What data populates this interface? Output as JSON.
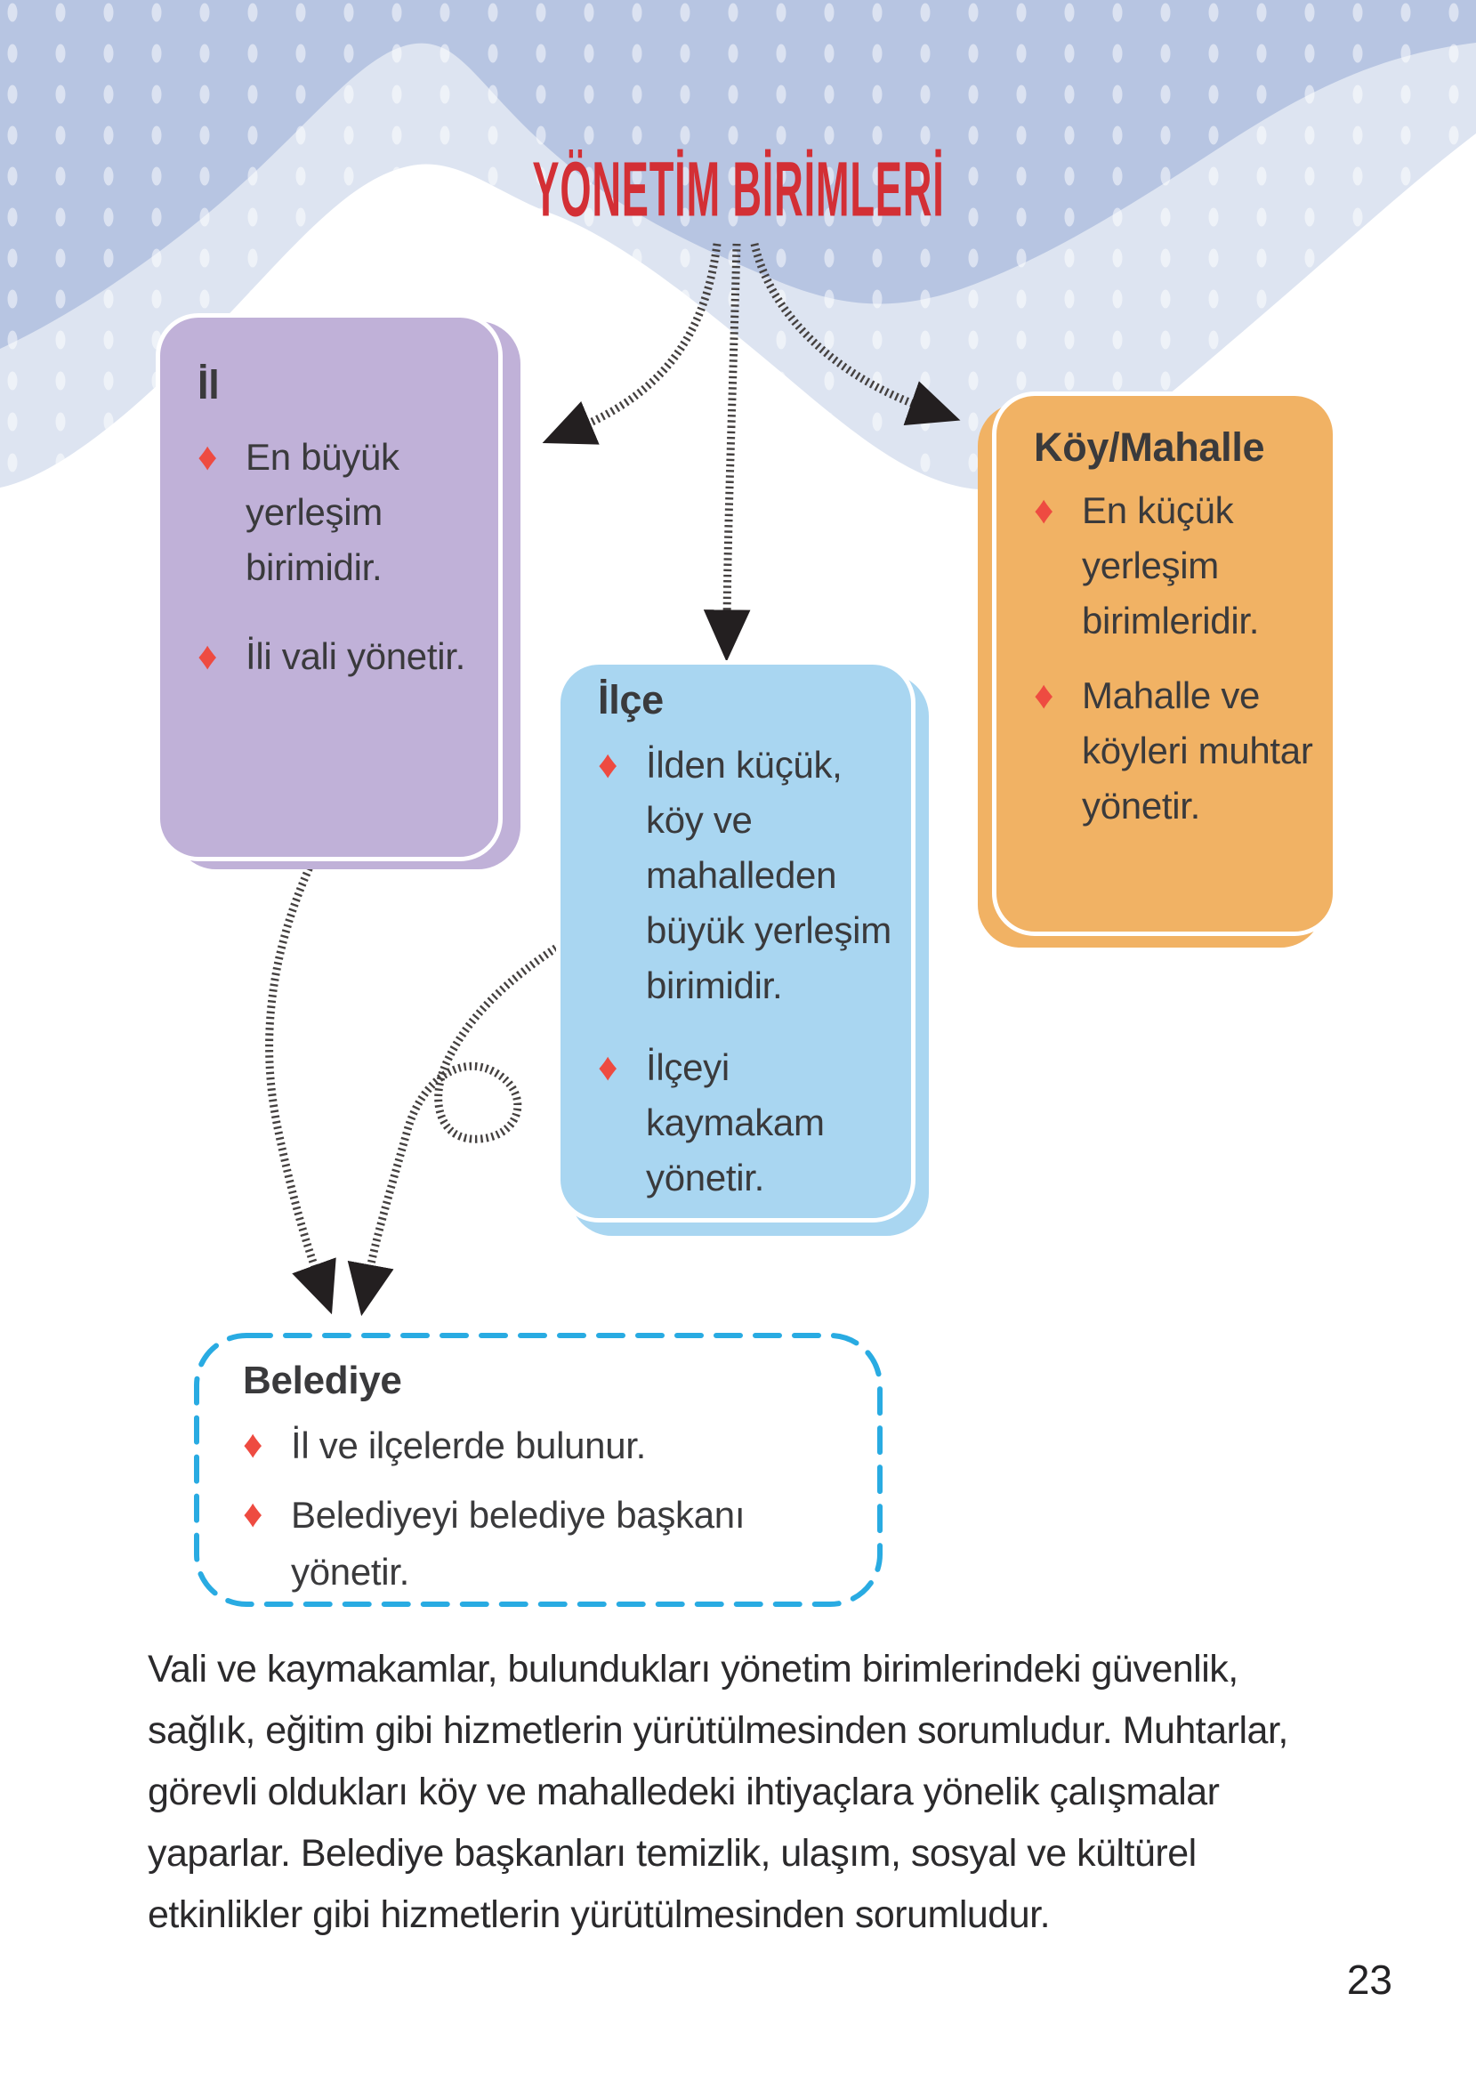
{
  "title": "YÖNETİM BİRİMLERİ",
  "glyphs": {
    "diamond": "♦"
  },
  "boxes": {
    "il": {
      "title": "İl",
      "items": [
        "En büyük yerleşim birimidir.",
        "İli vali yönetir."
      ]
    },
    "ilce": {
      "title": "İlçe",
      "items": [
        "İlden küçük, köy ve mahalleden büyük yerleşim birimidir.",
        "İlçeyi kaymakam yönetir."
      ]
    },
    "koy_mahalle": {
      "title": "Köy/Mahalle",
      "items": [
        "En küçük yerleşim birimleridir.",
        "Mahalle ve köyleri muhtar yönetir."
      ]
    },
    "belediye": {
      "title": "Belediye",
      "items": [
        "İl ve ilçelerde bulunur.",
        "Belediyeyi belediye başkanı yönetir."
      ]
    }
  },
  "paragraph": "Vali ve kaymakamlar, bulundukları yönetim birimlerindeki güvenlik, sağlık, eğitim gibi hizmetlerin yürütülmesinden sorumludur. Muhtarlar, görevli oldukları köy ve mahalledeki ihtiyaçlara yönelik çalışmalar yaparlar. Belediye başkanları temizlik, ulaşım, sosyal ve kültürel etkinlikler gibi hizmetlerin yürütülmesinden sorumludur.",
  "page_number": "23",
  "colors": {
    "title_red": "#d32f35",
    "card_purple": "#c0b1d8",
    "card_blue": "#a9d6f1",
    "card_orange": "#f1b264",
    "bullet_red": "#ee4b41",
    "dashed_blue": "#29abe2",
    "banner_dark": "#b7c5e2",
    "banner_light": "#dde4f1",
    "arrow_black": "#454140",
    "text_dark": "#3a3a3c"
  }
}
